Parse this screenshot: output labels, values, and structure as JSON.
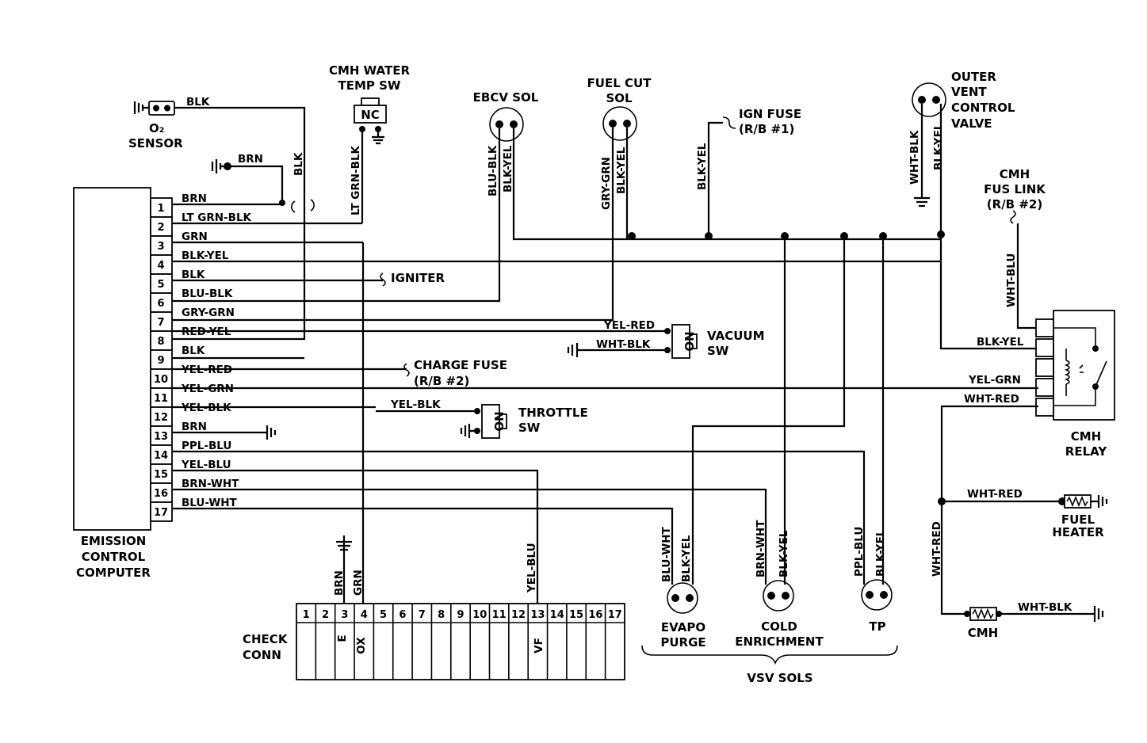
{
  "computer": {
    "label_lines": [
      "EMISSION",
      "CONTROL",
      "COMPUTER"
    ]
  },
  "pins": [
    {
      "n": "1",
      "wire": "BRN"
    },
    {
      "n": "2",
      "wire": "LT GRN-BLK"
    },
    {
      "n": "3",
      "wire": "GRN"
    },
    {
      "n": "4",
      "wire": "BLK-YEL"
    },
    {
      "n": "5",
      "wire": "BLK"
    },
    {
      "n": "6",
      "wire": "BLU-BLK"
    },
    {
      "n": "7",
      "wire": "GRY-GRN"
    },
    {
      "n": "8",
      "wire": "RED-YEL"
    },
    {
      "n": "9",
      "wire": "BLK"
    },
    {
      "n": "10",
      "wire": "YEL-RED"
    },
    {
      "n": "11",
      "wire": "YEL-GRN"
    },
    {
      "n": "12",
      "wire": "YEL-BLK"
    },
    {
      "n": "13",
      "wire": "BRN"
    },
    {
      "n": "14",
      "wire": "PPL-BLU"
    },
    {
      "n": "15",
      "wire": "YEL-BLU"
    },
    {
      "n": "16",
      "wire": "BRN-WHT"
    },
    {
      "n": "17",
      "wire": "BLU-WHT"
    }
  ],
  "o2_sensor": {
    "wire": "BLK",
    "label_lines": [
      "O₂",
      "SENSOR"
    ]
  },
  "ground_brn": {
    "wire": "BRN"
  },
  "blk_vertical": "BLK",
  "water_temp_sw": {
    "label_lines": [
      "CMH WATER",
      "TEMP SW"
    ],
    "contact": "NC",
    "wire": "LT GRN-BLK"
  },
  "ebcv": {
    "label": "EBCV SOL",
    "wires": [
      "BLU-BLK",
      "BLK-YEL"
    ]
  },
  "fuel_cut": {
    "label_lines": [
      "FUEL CUT",
      "SOL"
    ],
    "wires": [
      "GRY-GRN",
      "BLK-YEL"
    ]
  },
  "ign_fuse": {
    "label_lines": [
      "IGN FUSE",
      "(R/B #1)"
    ],
    "wire": "BLK-YEL"
  },
  "outer_vent": {
    "label_lines": [
      "OUTER",
      "VENT",
      "CONTROL",
      "VALVE"
    ],
    "wires": [
      "WHT-BLK",
      "BLK-YEL"
    ]
  },
  "fus_link": {
    "label_lines": [
      "CMH",
      "FUS LINK",
      "(R/B #2)"
    ],
    "wire": "WHT-BLU"
  },
  "igniter": "IGNITER",
  "charge_fuse": {
    "label_lines": [
      "CHARGE FUSE",
      "(R/B #2)"
    ]
  },
  "vacuum_sw": {
    "label_lines": [
      "VACUUM",
      "SW"
    ],
    "contact": "NO",
    "wires": [
      "YEL-RED",
      "WHT-BLK"
    ]
  },
  "throttle_sw": {
    "label_lines": [
      "THROTTLE",
      "SW"
    ],
    "contact": "NO",
    "wire": "YEL-BLK"
  },
  "relay": {
    "label_lines": [
      "CMH",
      "RELAY"
    ],
    "wires": [
      "BLK-YEL",
      "YEL-GRN",
      "WHT-RED"
    ]
  },
  "fuel_heater": {
    "label_lines": [
      "FUEL",
      "HEATER"
    ],
    "wire": "WHT-RED"
  },
  "cmh": {
    "label": "CMH",
    "wires": [
      "WHT-RED",
      "WHT-BLK"
    ]
  },
  "vsv": [
    {
      "label_lines": [
        "EVAPO",
        "PURGE"
      ],
      "wires": [
        "BLU-WHT",
        "BLK-YEL"
      ]
    },
    {
      "label_lines": [
        "COLD",
        "ENRICHMENT"
      ],
      "wires": [
        "BRN-WHT",
        "BLK-YEL"
      ]
    },
    {
      "label_lines": [
        "TP"
      ],
      "wires": [
        "PPL-BLU",
        "BLK-YEL"
      ]
    }
  ],
  "vsv_group_label": "VSV SOLS",
  "check_conn": {
    "label_lines": [
      "CHECK",
      "CONN"
    ],
    "pins": [
      "1",
      "2",
      "3",
      "4",
      "5",
      "6",
      "7",
      "8",
      "9",
      "10",
      "11",
      "12",
      "13",
      "14",
      "15",
      "16",
      "17"
    ],
    "pin_labels": [
      {
        "pin": "3",
        "text": "E"
      },
      {
        "pin": "4",
        "text": "OX"
      },
      {
        "pin": "13",
        "text": "VF"
      }
    ],
    "wires": [
      "BRN",
      "GRN",
      "YEL-BLU"
    ]
  }
}
